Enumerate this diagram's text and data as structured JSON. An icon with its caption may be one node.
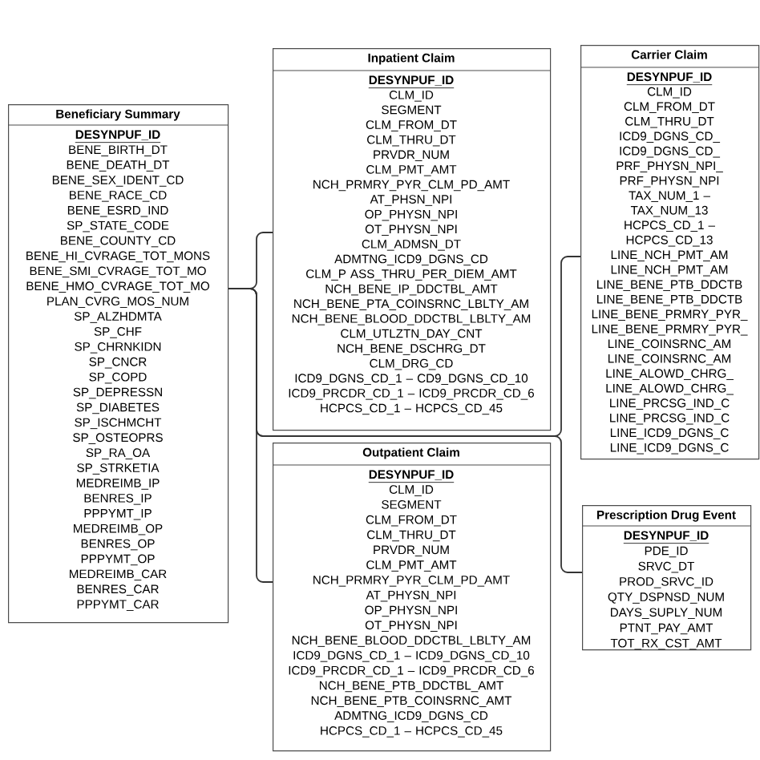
{
  "diagram": {
    "nodes": [
      {
        "text": [
          "Beneficiary Summary",
          "DESYNPUF_ID",
          "BENE_BIRTH_DT",
          "BENE_DEATH_DT",
          "BENE_SEX_IDENT_CD BENE_RACE_CD",
          "BENE_ESRD_IND",
          "SP_STATE_CODE",
          "BENE_COUNTY_CD BENE_HI_CVRAGE_TOT_MONS",
          "BENE_SMI_CVRAGE_TOT_MO",
          "BENE_HMO_CVRAGE_TOT_MO",
          "PLAN_CVRG_MOS_NUM",
          "SP_ALZHDMTA",
          "SP_CHF",
          "SP_CHRNKIDN",
          "SP_CNCR",
          "SP_COPD",
          "SP_DEPRESSN",
          "SP_DIABETES",
          "SP_ISCHMCHT",
          "SP_OSTEOPRS",
          "SP_RA_OA",
          "SP_STRKETIA",
          "MEDREIMB_IP",
          "BENRES_IP",
          "PPPYMT_IP",
          "MEDREIMB_OP",
          "BENRES_OP",
          "PPPYMT_OP",
          "MEDREIMB_CAR",
          "BENRES_CAR",
          "PPPYMT_CAR"
        ]
      },
      {
        "text": [
          "Inpatient Claim",
          "DESYNPUF_ID",
          "CLM_ID",
          "SEGMENT",
          "CLM_FROM_DT",
          "CLM_THRU_DT",
          "PRVDR_NUM",
          "CLM_PMT_AMT",
          "NCH_PRMRY_PYR_CLM_PD_AMT",
          "AT_PHSN_NPI",
          "OP_PHYSN_NPI",
          "OT_PHYSN_NPI",
          "CLM_ADMSN_DT",
          "ADMTNG_ICD9_DGNS_CD",
          "CLM_P ASS_THRU_PER_DIEM_AMT",
          "NCH_BENE_IP_DDCTBL_AMT",
          "NCH_BENE_PTA_COINSRNC_LBLTY_AM",
          "NCH_BENE_BLOOD_DDCTBL_LBLTY_AM",
          "CLM_UTLZTN_DAY_CNT",
          "NCH_BENE_DSCHRG_DT",
          "CLM_DRG_CD",
          "ICD9_DGNS_CD_1 – CD9_DGNS_CD_10",
          "ICD9_PRCDR_CD_1 – ICD9_PRCDR_CD_6",
          "HCPCS_CD_1 – HCPCS_CD_45"
        ]
      },
      {
        "text": [
          "Outpatient Claim",
          "DESYNPUF_ID",
          "CLM_ID",
          "SEGMENT",
          "CLM_FROM_DT",
          "CLM_THRU_DT",
          "PRVDR_NUM",
          "CLM_PMT_AMT",
          "NCH_PRMRY_PYR_CLM_PD_AMT",
          "AT_PHYSN_NPI",
          "OP_PHYSN_NPI",
          "OT_PHYSN_NPI",
          "NCH_BENE_BLOOD_DDCTBL_LBLTY_AM",
          "ICD9_DGNS_CD_1 – ICD9_DGNS_CD_10",
          "ICD9_PRCDR_CD_1 – ICD9_PRCDR_CD_6",
          "NCH_BENE_PTB_DDCTBL_AMT",
          "NCH_BENE_PTB_COINSRNC_AMT",
          "ADMTNG_ICD9_DGNS_CD",
          "HCPCS_CD_1 – HCPCS_CD_45"
        ]
      },
      {
        "text": [
          "Carrier Claim",
          "DESYNPUF_ID",
          "CLM_ID",
          "CLM_FROM_DT",
          "CLM_THRU_DT",
          "ICD9_DGNS_CD_",
          "ICD9_DGNS_CD_",
          "PRF_PHYSN_NPI_",
          "PRF_PHYSN_NPI",
          "TAX_NUM_1 –",
          "TAX_NUM_13",
          "HCPCS_CD_1 –",
          "HCPCS_CD_13",
          "LINE_NCH_PMT_AM",
          "LINE_NCH_PMT_AM",
          "LINE_BENE_PTB_DDCTB",
          "LINE_BENE_PTB_DDCTB",
          "LINE_BENE_PRMRY_PYR_",
          "LINE_BENE_PRMRY_PYR_",
          "LINE_COINSRNC_AM",
          "LINE_COINSRNC_AM",
          "LINE_ALOWD_CHRG_",
          "LINE_ALOWD_CHRG_",
          "LINE_PRCSG_IND_C",
          "LINE_PRCSG_IND_C",
          "LINE_ICD9_DGNS_C",
          "LINE_ICD9_DGNS_C"
        ]
      },
      {
        "text": [
          "Prescription Drug Event",
          "DESYNPUF_ID",
          "PDE_ID",
          "SRVC_DT",
          "PROD_SRVC_ID",
          "QTY_DSPNSD_NUM",
          "DAYS_SUPLY_NUM",
          "PTNT_PAY_AMT",
          "TOT_RX_CST_AMT"
        ]
      }
    ],
    "edges": [
      {
        "from": 0,
        "to": 1,
        "arrow": "none"
      },
      {
        "from": 0,
        "to": 2,
        "arrow": "none"
      },
      {
        "from": 0,
        "to": 3,
        "arrow": "none"
      },
      {
        "from": 0,
        "to": 4,
        "arrow": "none"
      }
    ]
  }
}
